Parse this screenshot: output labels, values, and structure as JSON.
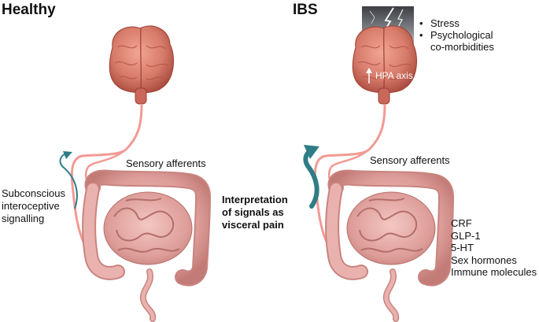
{
  "panels": {
    "healthy": {
      "title": "Healthy",
      "sensory_label": "Sensory afferents",
      "side_label": [
        "Subconscious",
        "interoceptive",
        "signalling"
      ]
    },
    "ibs": {
      "title": "IBS",
      "sensory_label": "Sensory afferents",
      "side_label": [
        "Interpretation",
        "of signals as",
        "visceral pain"
      ],
      "stressors": [
        "Stress",
        "Psychological",
        "co-morbidities"
      ],
      "brain_label": "HPA axis",
      "molecules": [
        "CRF",
        "GLP-1",
        "5-HT",
        "Sex hormones",
        "Immune molecules"
      ]
    }
  },
  "colors": {
    "nerve": "#f29a94",
    "arrow": "#2f7d86",
    "brain": "#d9786a",
    "gut": "#e2a3a0",
    "storm": "#6f7276"
  },
  "icons": [
    "brain",
    "intestine",
    "lightning",
    "up-arrow"
  ]
}
